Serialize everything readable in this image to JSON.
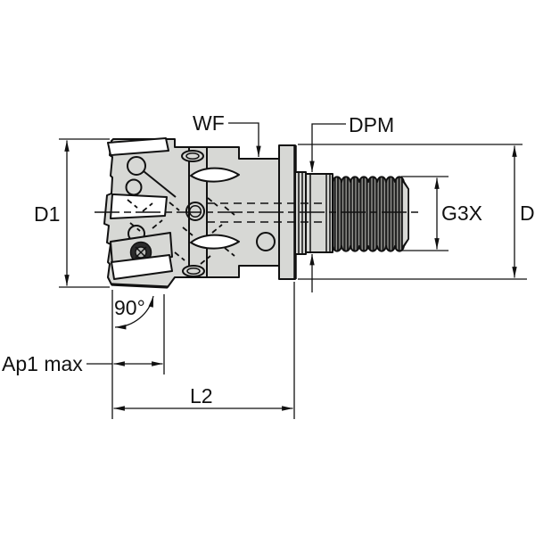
{
  "drawing": {
    "type": "technical-dimension-drawing",
    "labels": {
      "d1": "D1",
      "wf": "WF",
      "dpm": "DPM",
      "g3x": "G3X",
      "d": "D",
      "angle": "90°",
      "ap1_max": "Ap1 max",
      "l2": "L2"
    },
    "colors": {
      "background": "#ffffff",
      "body_fill": "#d7d8d5",
      "line": "#111111",
      "insert_fill": "#ffffff",
      "thread_dark": "#222222",
      "thread_light": "#9b9b97"
    }
  }
}
